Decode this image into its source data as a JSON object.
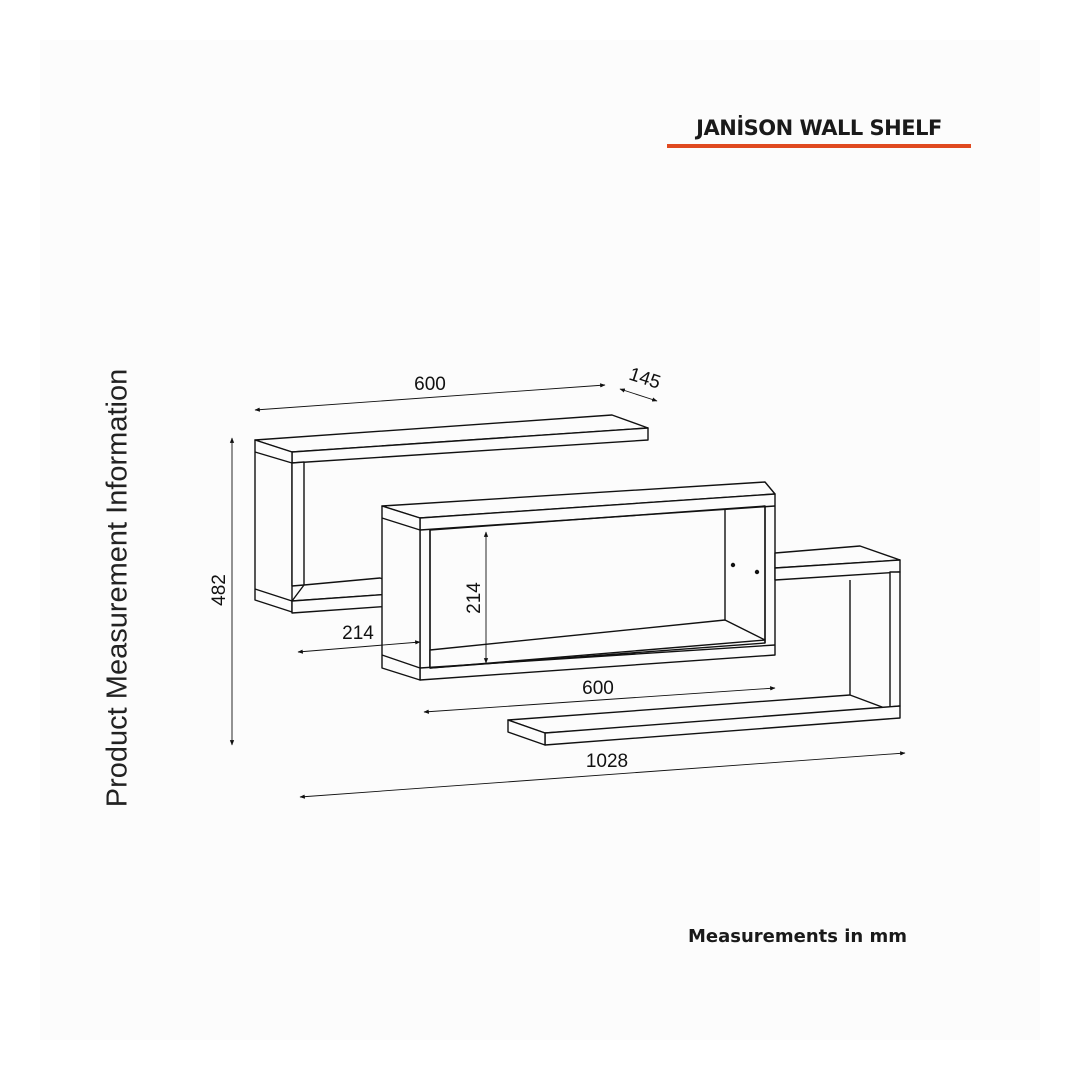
{
  "title": "JANİSON WALL SHELF",
  "side_label": "Product Measurement Information",
  "units_note": "Measurements in mm",
  "accent_color": "#e04a20",
  "dimensions": {
    "top_width": "600",
    "depth": "145",
    "total_height": "482",
    "left_offset": "214",
    "box_height": "214",
    "bottom_width": "600",
    "total_width": "1028"
  }
}
